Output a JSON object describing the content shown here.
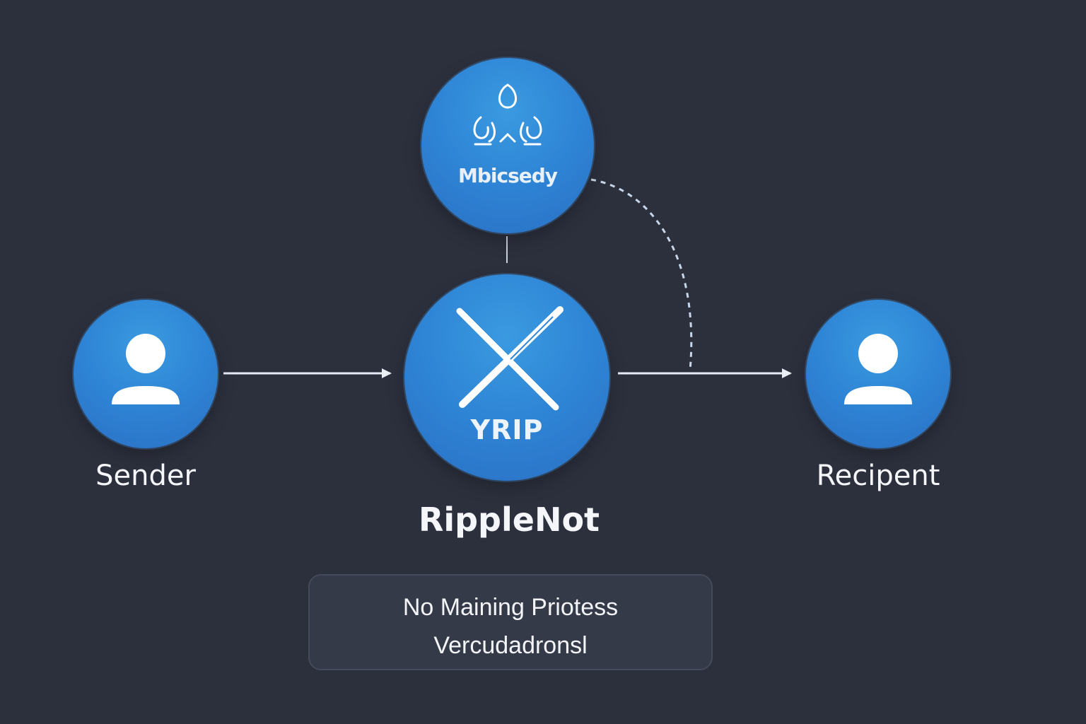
{
  "diagram": {
    "nodes": {
      "sender": {
        "label": "Sender",
        "icon": "user-icon"
      },
      "validator": {
        "text": "Mbicsedy",
        "icon": "validator-cluster-icon"
      },
      "ripple": {
        "text": "YRIP",
        "icon": "xrp-x-icon"
      },
      "recipient": {
        "label": "Recipent",
        "icon": "user-icon"
      }
    },
    "network_label": "RippleNot",
    "info_box": {
      "line1": "No Maining Priotess",
      "line2": "Vercudadronsl"
    },
    "colors": {
      "background": "#2c303d",
      "node_blue": "#2f86d6",
      "text": "#f4f6fa",
      "connector": "#c8d6e8"
    }
  }
}
